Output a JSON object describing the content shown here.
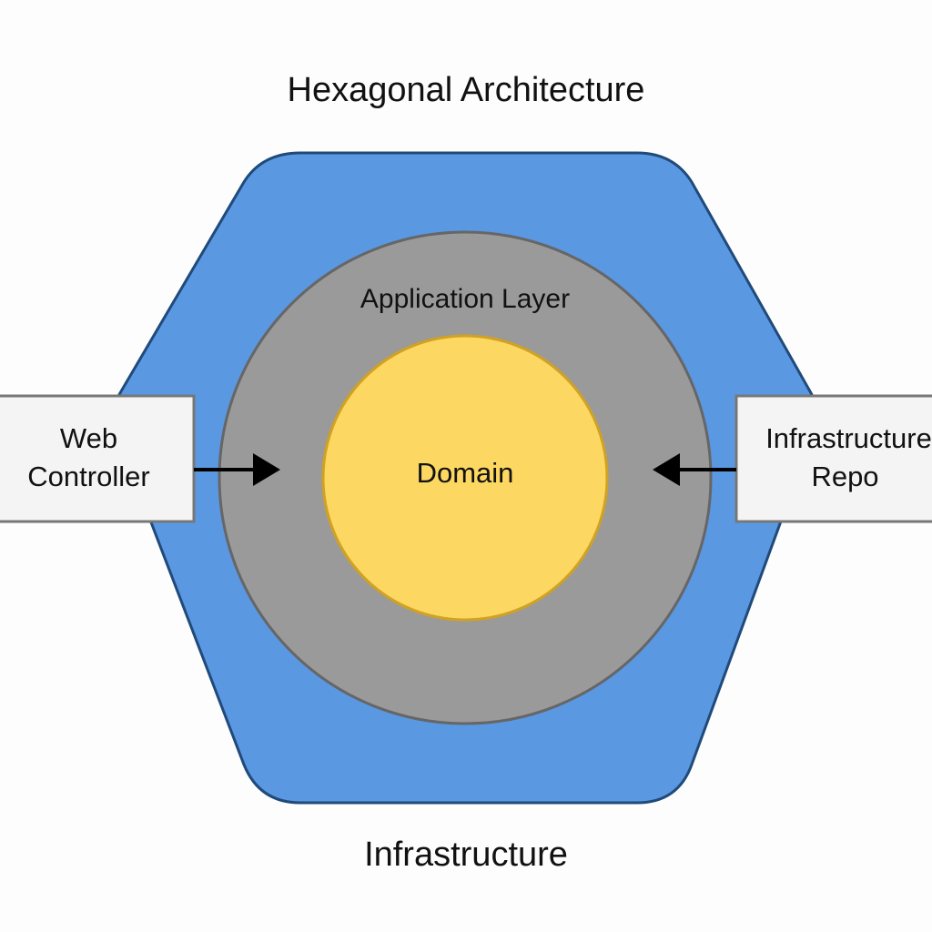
{
  "title": "Hexagonal Architecture",
  "outer_label": "Infrastructure",
  "application_layer": {
    "label": "Application Layer"
  },
  "domain": {
    "label": "Domain"
  },
  "left_adapter": {
    "line1": "Web",
    "line2": "Controller"
  },
  "right_adapter": {
    "line1": "Infrastructure",
    "line2": "Repo"
  },
  "colors": {
    "hexagon_fill": "#5b98e2",
    "hexagon_stroke": "#1f4a7a",
    "app_fill": "#9a9a9a",
    "app_stroke": "#666666",
    "domain_fill": "#fcd761",
    "domain_stroke": "#d1a221",
    "box_fill": "#f4f4f4",
    "box_stroke": "#777777",
    "arrow": "#000000"
  }
}
